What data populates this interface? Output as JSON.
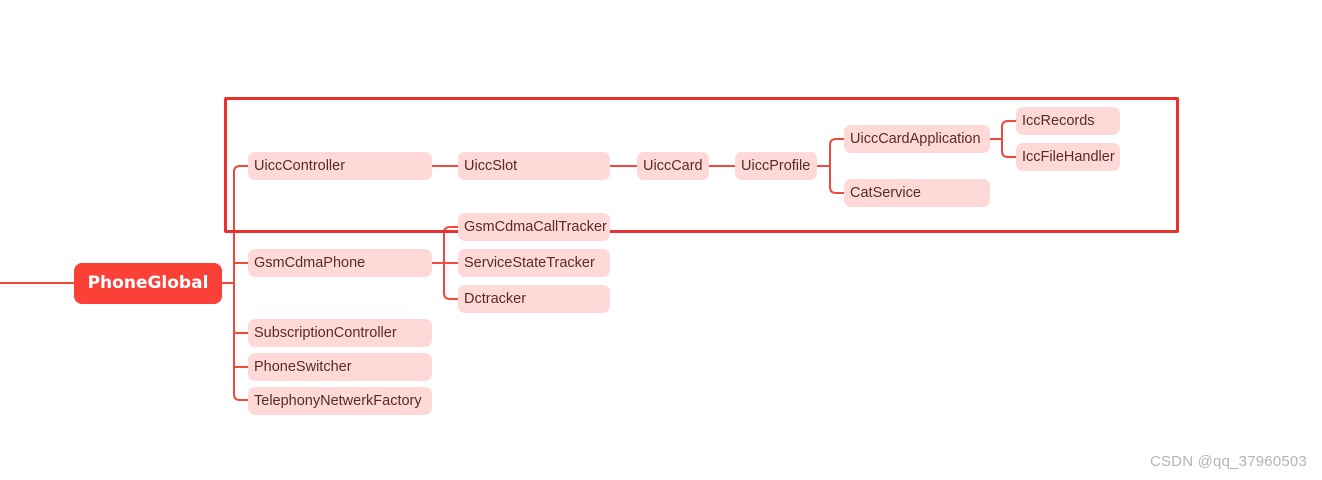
{
  "root": {
    "label": "PhoneGlobal"
  },
  "nodes": {
    "uicc_controller": "UiccController",
    "uicc_slot": "UiccSlot",
    "uicc_card": "UiccCard",
    "uicc_profile": "UiccProfile",
    "uicc_card_application": "UiccCardApplication",
    "icc_records": "IccRecords",
    "icc_file_handler": "IccFileHandler",
    "cat_service": "CatService",
    "gsm_cdma_phone": "GsmCdmaPhone",
    "gsm_cdma_call_tracker": "GsmCdmaCallTracker",
    "service_state_tracker": "ServiceStateTracker",
    "dctracker": "Dctracker",
    "subscription_controller": "SubscriptionController",
    "phone_switcher": "PhoneSwitcher",
    "telephony_network_factory": "TelephonyNetwerkFactory"
  },
  "watermark": "CSDN @qq_37960503",
  "colors": {
    "root_fill": "#fb4037",
    "node_fill": "#ffd9d8",
    "connector": "#f04a3f",
    "highlight_border": "#e8302c"
  }
}
